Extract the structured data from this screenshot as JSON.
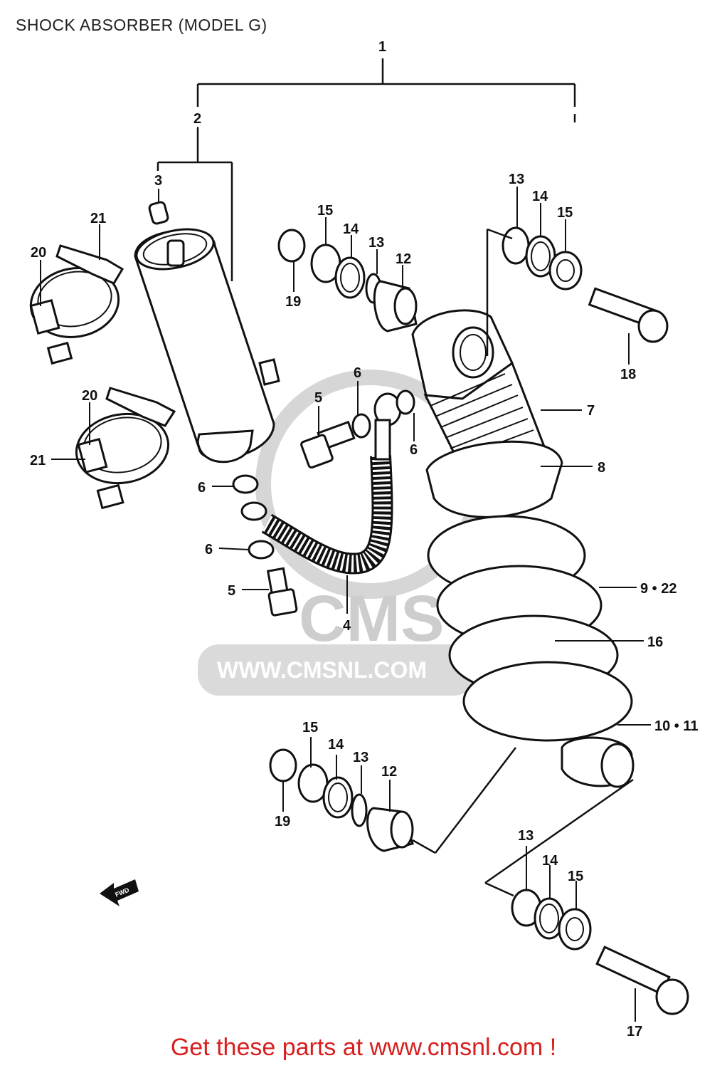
{
  "title": "SHOCK ABSORBER (MODEL G)",
  "footer": "Get these parts at www.cmsnl.com !",
  "watermark": {
    "logo_text": "CMS",
    "url_text": "WWW.CMSNL.COM",
    "color": "#c8c8c8"
  },
  "colors": {
    "footer": "#d81e1e",
    "lines": "#111111"
  },
  "callouts": [
    {
      "id": "c1",
      "text": "1"
    },
    {
      "id": "c2",
      "text": "2"
    },
    {
      "id": "c3",
      "text": "3"
    },
    {
      "id": "c4",
      "text": "4"
    },
    {
      "id": "c5a",
      "text": "5"
    },
    {
      "id": "c5b",
      "text": "5"
    },
    {
      "id": "c6a",
      "text": "6"
    },
    {
      "id": "c6b",
      "text": "6"
    },
    {
      "id": "c6c",
      "text": "6"
    },
    {
      "id": "c6d",
      "text": "6"
    },
    {
      "id": "c7",
      "text": "7"
    },
    {
      "id": "c8",
      "text": "8"
    },
    {
      "id": "c9",
      "text": "9 • 22"
    },
    {
      "id": "c10",
      "text": "10 • 11"
    },
    {
      "id": "c12a",
      "text": "12"
    },
    {
      "id": "c12b",
      "text": "12"
    },
    {
      "id": "c13a",
      "text": "13"
    },
    {
      "id": "c13b",
      "text": "13"
    },
    {
      "id": "c13c",
      "text": "13"
    },
    {
      "id": "c13d",
      "text": "13"
    },
    {
      "id": "c14a",
      "text": "14"
    },
    {
      "id": "c14b",
      "text": "14"
    },
    {
      "id": "c14c",
      "text": "14"
    },
    {
      "id": "c14d",
      "text": "14"
    },
    {
      "id": "c15a",
      "text": "15"
    },
    {
      "id": "c15b",
      "text": "15"
    },
    {
      "id": "c15c",
      "text": "15"
    },
    {
      "id": "c15d",
      "text": "15"
    },
    {
      "id": "c16",
      "text": "16"
    },
    {
      "id": "c17",
      "text": "17"
    },
    {
      "id": "c18",
      "text": "18"
    },
    {
      "id": "c19a",
      "text": "19"
    },
    {
      "id": "c19b",
      "text": "19"
    },
    {
      "id": "c20a",
      "text": "20"
    },
    {
      "id": "c20b",
      "text": "20"
    },
    {
      "id": "c21a",
      "text": "21"
    },
    {
      "id": "c21b",
      "text": "21"
    }
  ],
  "fwd_arrow": "FWD"
}
